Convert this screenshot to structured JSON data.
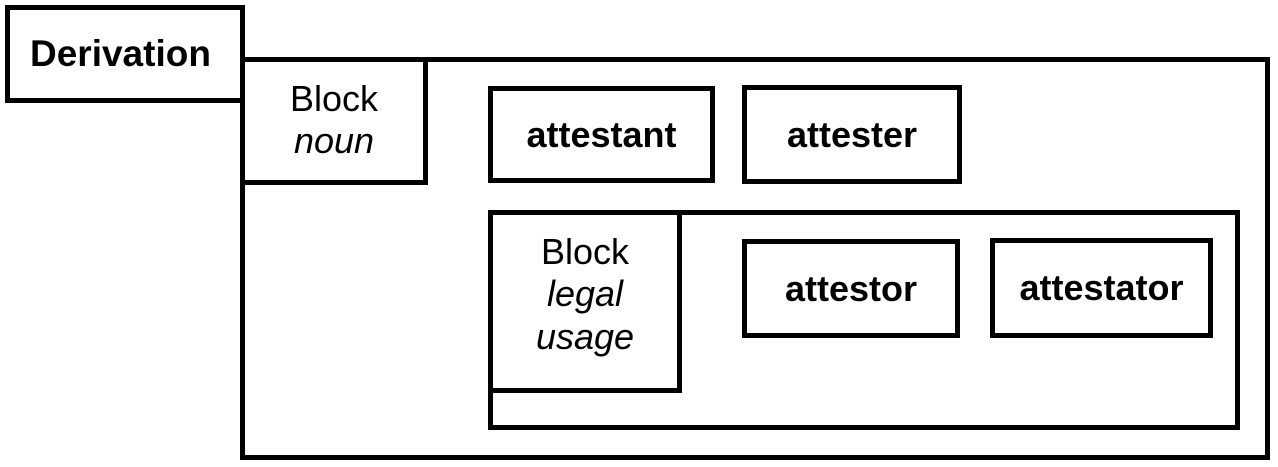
{
  "diagram": {
    "title": "Derivation",
    "colors": {
      "stroke": "#000000",
      "background": "#ffffff",
      "text": "#000000"
    },
    "groups": [
      {
        "id": "noun-group",
        "label_kind": "Block",
        "label_qualifier": "noun",
        "terms": [
          {
            "id": "attestant",
            "text": "attestant"
          },
          {
            "id": "attester",
            "text": "attester"
          }
        ]
      },
      {
        "id": "legal-usage-group",
        "label_kind": "Block",
        "label_qualifier_line1": "legal",
        "label_qualifier_line2": "usage",
        "terms": [
          {
            "id": "attestor",
            "text": "attestor"
          },
          {
            "id": "attestator",
            "text": "attestator"
          }
        ]
      }
    ]
  }
}
